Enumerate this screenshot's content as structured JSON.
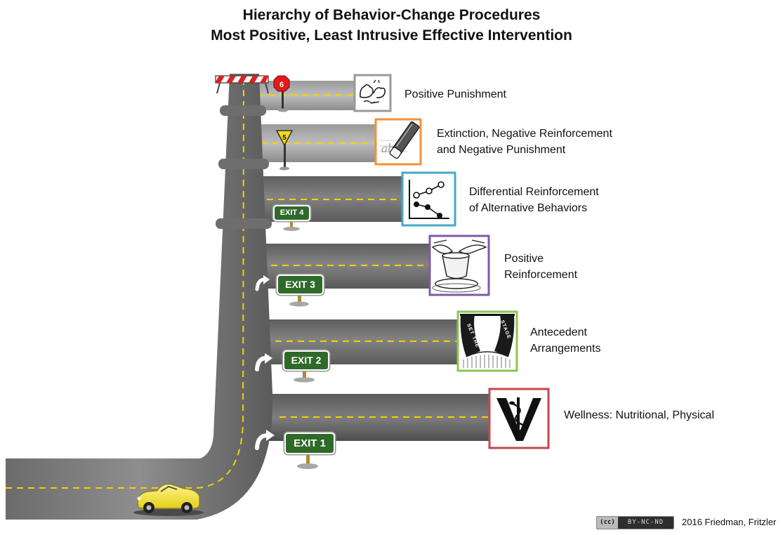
{
  "title": {
    "line1": "Hierarchy of Behavior-Change Procedures",
    "line2": "Most Positive, Least Intrusive Effective Intervention"
  },
  "levels": [
    {
      "level": 6,
      "sign": "6",
      "label_lines": [
        "Positive Punishment"
      ],
      "icon": "fighting-animals-icon",
      "color": "#999999"
    },
    {
      "level": 5,
      "sign": "5",
      "label_lines": [
        "Extinction, Negative Reinforcement",
        "and Negative Punishment"
      ],
      "icon": "eraser-icon",
      "color": "#f29137"
    },
    {
      "level": 4,
      "sign": "EXIT 4",
      "label_lines": [
        "Differential Reinforcement",
        "of Alternative Behaviors"
      ],
      "icon": "line-graph-icon",
      "color": "#45a9c5"
    },
    {
      "level": 3,
      "sign": "EXIT 3",
      "label_lines": [
        "Positive",
        "Reinforcement"
      ],
      "icon": "pottery-hands-icon",
      "color": "#7d5ba6"
    },
    {
      "level": 2,
      "sign": "EXIT 2",
      "label_lines": [
        "Antecedent",
        "Arrangements"
      ],
      "icon": "stage-curtain-icon",
      "color": "#8dc353"
    },
    {
      "level": 1,
      "sign": "EXIT 1",
      "label_lines": [
        "Wellness: Nutritional, Physical"
      ],
      "icon": "caduceus-icon",
      "color": "#c24a4a"
    }
  ],
  "stage_text": {
    "left": "SET THE",
    "right": "STAGE"
  },
  "footer": {
    "license_cc": "(cc)",
    "license_text": "BY-NC-ND",
    "credit": "2016 Friedman, Fritzler"
  }
}
